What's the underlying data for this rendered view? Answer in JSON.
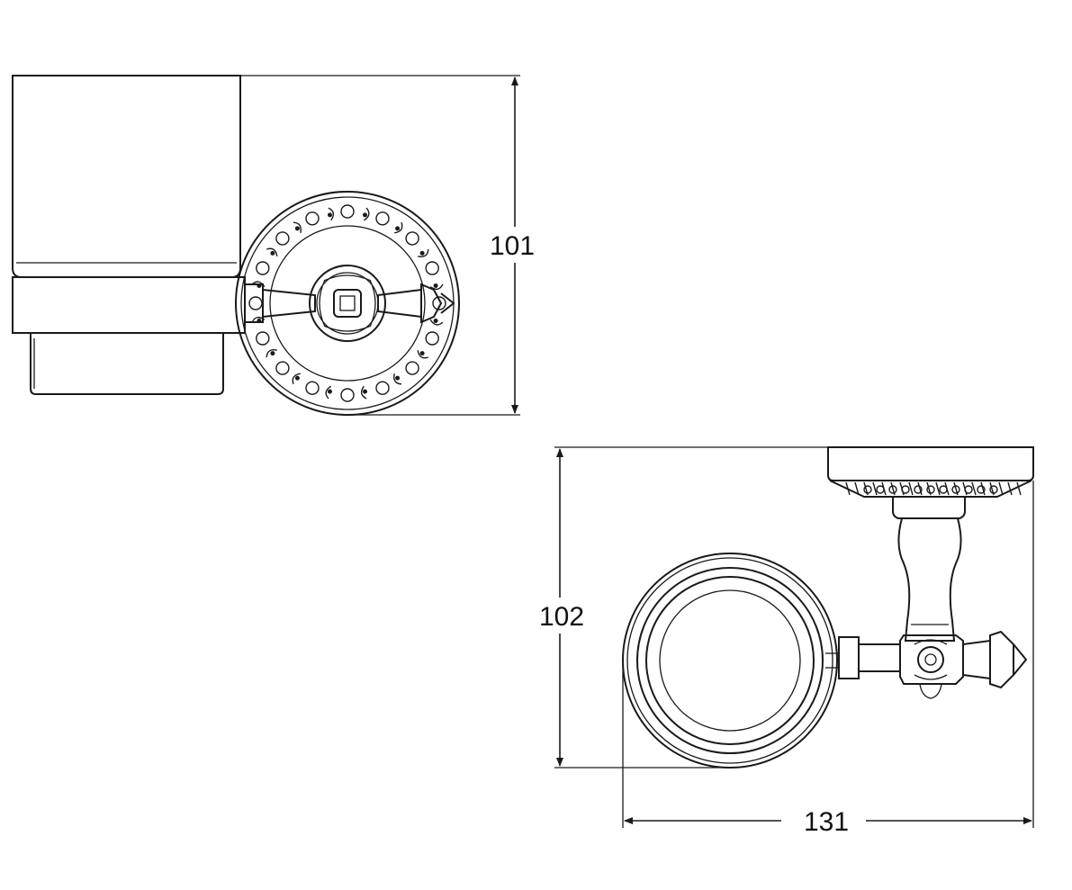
{
  "dimensions": {
    "front_height": "101",
    "side_height": "102",
    "side_width": "131"
  }
}
